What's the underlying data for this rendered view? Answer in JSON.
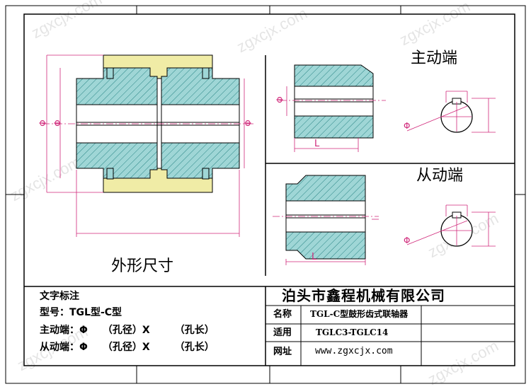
{
  "watermark": "zgxcjx.com",
  "colors": {
    "hub": "#9fd6d6",
    "sleeve": "#f0eca6",
    "line": "#000000",
    "dim": "#d0287a",
    "hatch": "#0a7070"
  },
  "drawing": {
    "label_outline": "外形尺寸",
    "label_drive": "主动端",
    "label_driven": "从动端",
    "phi": "Φ",
    "L": "L"
  },
  "notes": {
    "title": "文字标注",
    "model": "型号：TGL型-C型",
    "drive": "主动端：Φ　　（孔径）X　　　（孔长）",
    "driven": "从动端：Φ　　（孔径）X　　　（孔长）"
  },
  "titleblock": {
    "company": "泊头市鑫程机械有限公司",
    "rows": [
      {
        "key": "名称",
        "value": "TGL-C型鼓形齿式联轴器"
      },
      {
        "key": "适用",
        "value": "TGLC3-TGLC14"
      },
      {
        "key": "网址",
        "value": "www.zgxcjx.com"
      }
    ]
  }
}
